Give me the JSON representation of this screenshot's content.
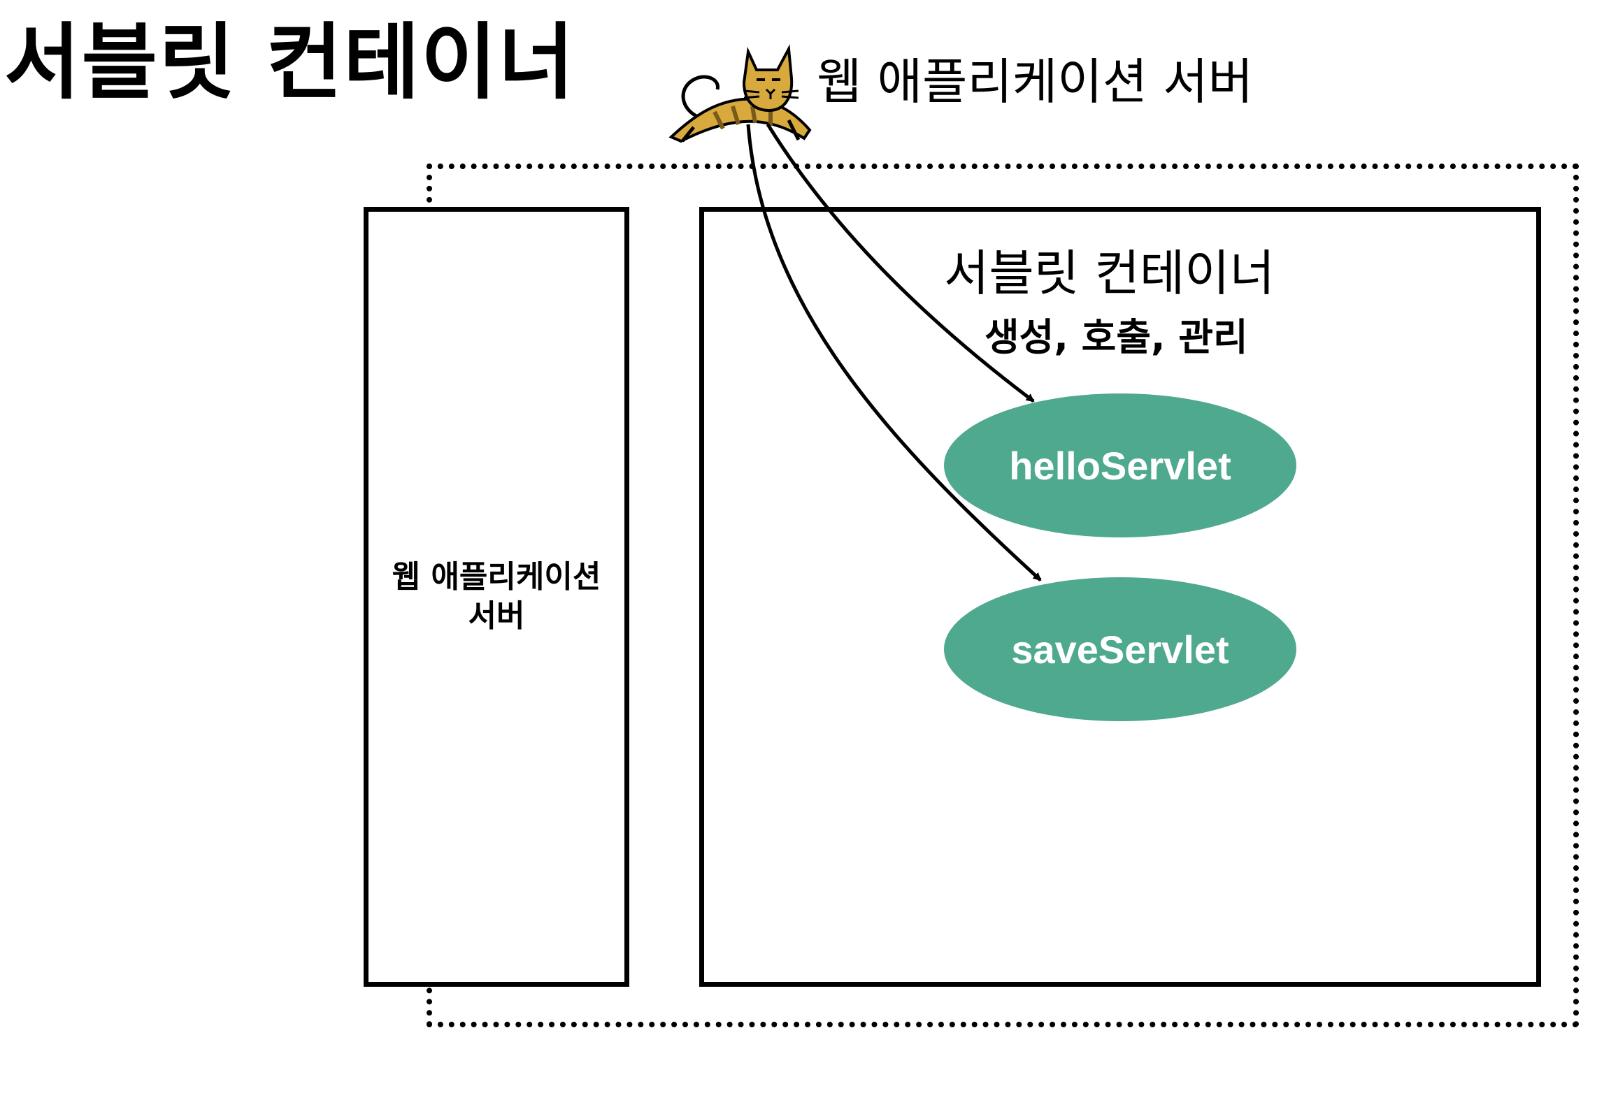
{
  "title": "서블릿 컨테이너",
  "server_label": "웹 애플리케이션 서버",
  "webapp_box_label": "웹 애플리케이션 서버",
  "container": {
    "title": "서블릿 컨테이너",
    "subtitle": "생성, 호출, 관리"
  },
  "servlets": [
    {
      "label": "helloServlet"
    },
    {
      "label": "saveServlet"
    }
  ],
  "colors": {
    "servlet_fill": "#4fa98f",
    "tomcat_body": "#d8a93c",
    "line": "#000000"
  },
  "icons": {
    "server": "tomcat-icon"
  }
}
